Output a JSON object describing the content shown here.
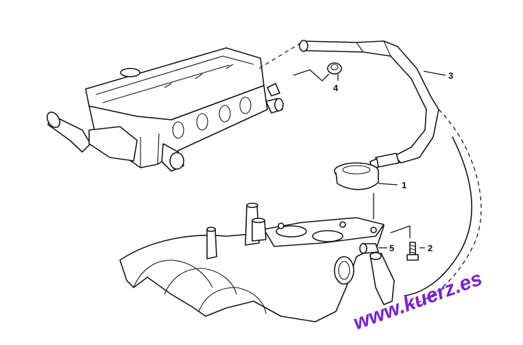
{
  "diagram": {
    "callouts": [
      {
        "id": "1",
        "label": "1"
      },
      {
        "id": "2",
        "label": "2"
      },
      {
        "id": "3",
        "label": "3"
      },
      {
        "id": "4",
        "label": "4"
      },
      {
        "id": "5",
        "label": "5"
      }
    ],
    "watermark": "www.kuerz.es",
    "colors": {
      "watermark": "#7a1fd6",
      "ink": "#111111"
    }
  }
}
